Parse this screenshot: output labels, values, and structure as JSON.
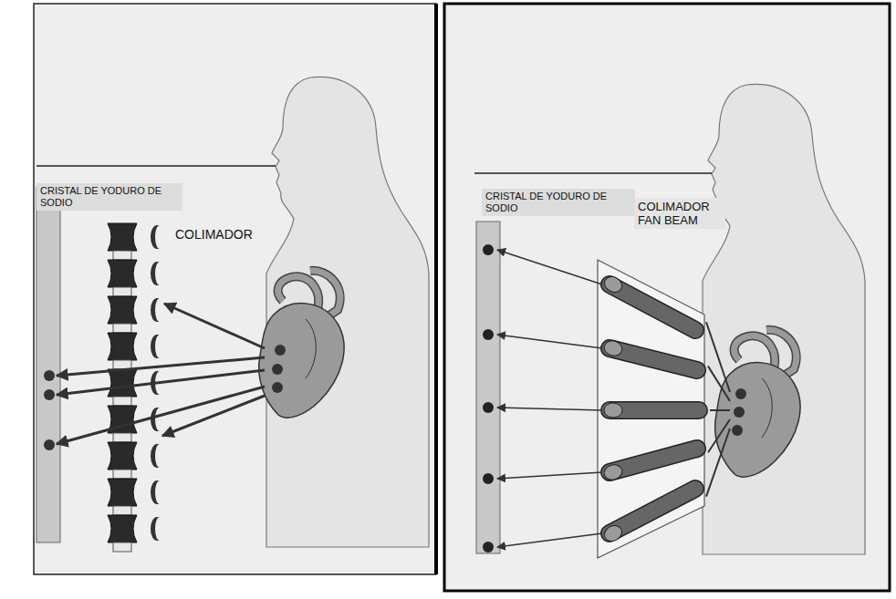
{
  "diagram": {
    "labels": [
      "CRISTAL DE YODURO DE SODIO",
      "COLIMADOR",
      "CRISTAL DE YODURO DE SODIO",
      "COLIMADOR FAN BEAM"
    ]
  }
}
